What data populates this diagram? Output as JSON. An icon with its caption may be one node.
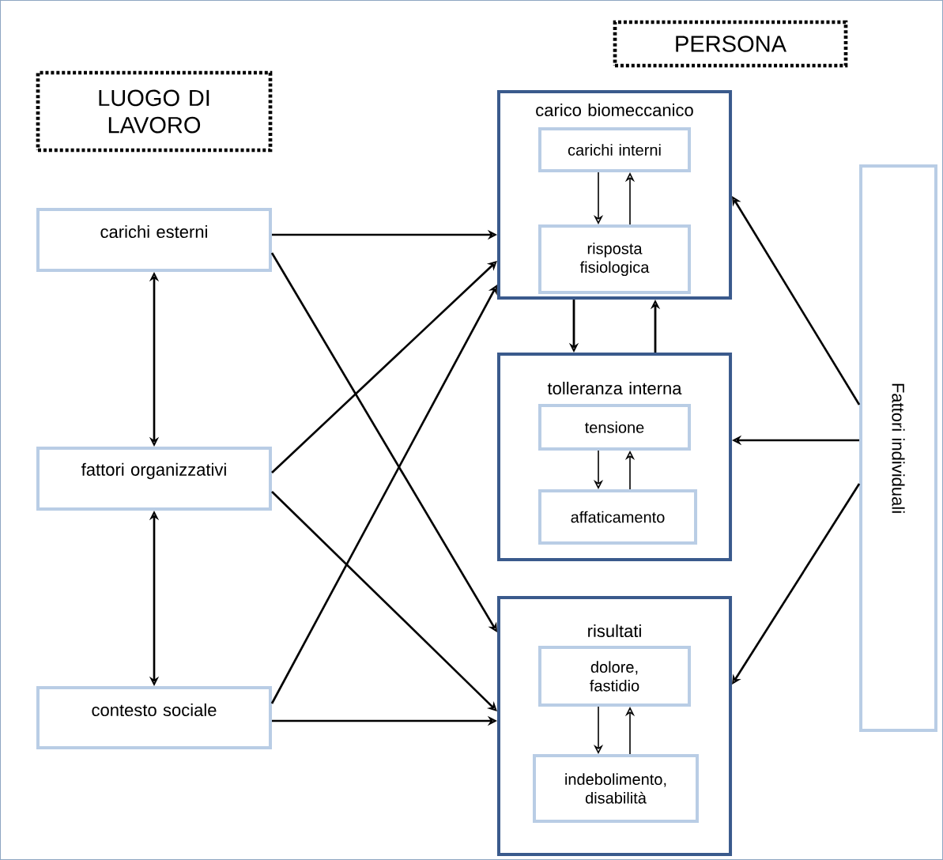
{
  "diagram": {
    "nodes": [
      {
        "text": [
          "LUOGO DI LAVORO"
        ]
      },
      {
        "text": [
          "PERSONA"
        ]
      },
      {
        "text": [
          "carichi esterni"
        ]
      },
      {
        "text": [
          "fattori organizzativi"
        ]
      },
      {
        "text": [
          "contesto sociale"
        ]
      },
      {
        "text": [
          "carico biomeccanico"
        ]
      },
      {
        "text": [
          "carichi interni"
        ],
        "in": 5
      },
      {
        "text": [
          "risposta fisiologica"
        ],
        "in": 5
      },
      {
        "text": [
          "tolleranza interna"
        ]
      },
      {
        "text": [
          "tensione"
        ],
        "in": 8
      },
      {
        "text": [
          "affaticamento"
        ],
        "in": 8
      },
      {
        "text": [
          "risultati"
        ]
      },
      {
        "text": [
          "dolore, fastidio"
        ],
        "in": 11
      },
      {
        "text": [
          "indebolimento, disabilità"
        ],
        "in": 11
      },
      {
        "text": [
          "Fattori individuali"
        ]
      }
    ],
    "edges": [
      {
        "from": 2,
        "to": 3,
        "arrow": "both"
      },
      {
        "from": 3,
        "to": 4,
        "arrow": "both"
      },
      {
        "from": 2,
        "to": 5,
        "arrow": "to"
      },
      {
        "from": 2,
        "to": 11,
        "arrow": "to"
      },
      {
        "from": 3,
        "to": 5,
        "arrow": "to"
      },
      {
        "from": 3,
        "to": 11,
        "arrow": "to"
      },
      {
        "from": 4,
        "to": 5,
        "arrow": "to"
      },
      {
        "from": 4,
        "to": 11,
        "arrow": "to"
      },
      {
        "from": 6,
        "to": 7,
        "arrow": "to"
      },
      {
        "from": 7,
        "to": 6,
        "arrow": "to"
      },
      {
        "from": 5,
        "to": 8,
        "arrow": "to"
      },
      {
        "from": 8,
        "to": 5,
        "arrow": "to"
      },
      {
        "from": 9,
        "to": 10,
        "arrow": "to"
      },
      {
        "from": 10,
        "to": 9,
        "arrow": "to"
      },
      {
        "from": 12,
        "to": 13,
        "arrow": "to"
      },
      {
        "from": 13,
        "to": 12,
        "arrow": "to"
      },
      {
        "from": 14,
        "to": 5,
        "arrow": "to"
      },
      {
        "from": 14,
        "to": 8,
        "arrow": "to"
      },
      {
        "from": 14,
        "to": 11,
        "arrow": "to"
      }
    ]
  }
}
